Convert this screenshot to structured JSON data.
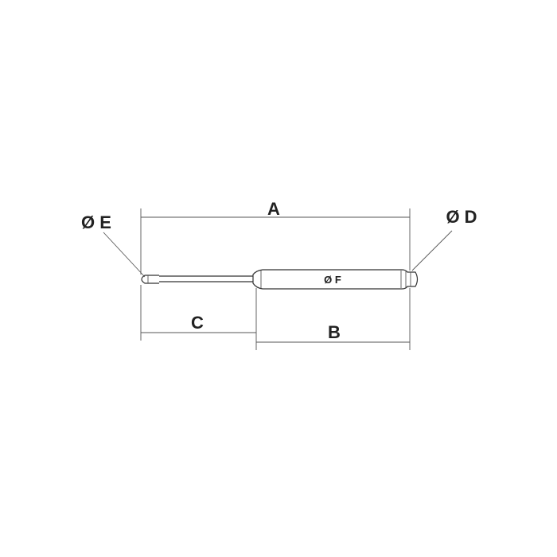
{
  "labels": {
    "dim_a": "A",
    "dim_b": "B",
    "dim_c": "C",
    "dim_d": "Ø D",
    "dim_e": "Ø E",
    "dim_f": "Ø F"
  },
  "colors": {
    "line": "#333333",
    "text": "#222222",
    "background": "#ffffff"
  }
}
